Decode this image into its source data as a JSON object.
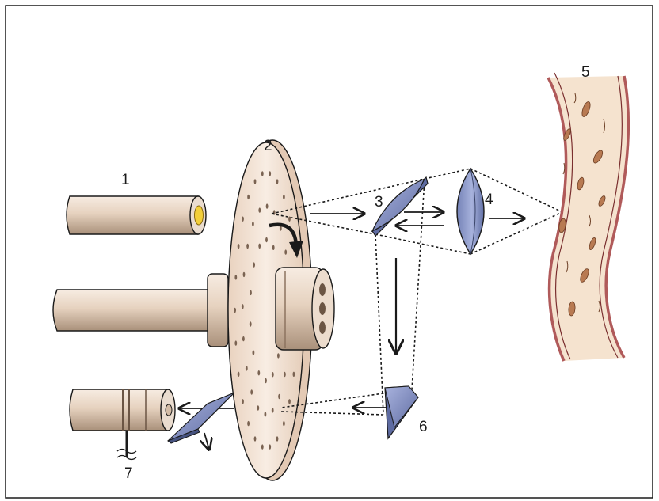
{
  "labels": {
    "n1": "1",
    "n2": "2",
    "n3": "3",
    "n4": "4",
    "n5": "5",
    "n6": "6",
    "n7": "7"
  },
  "colors": {
    "tube": "#e9d7c6",
    "tube_shade": "#b79b84",
    "disk": "#f4e6da",
    "disk_edge": "#d9c0ab",
    "mirror": "#8593c4",
    "mirror_edge": "#3a4468",
    "tissue": "#f5e3cf",
    "tissue_edge": "#b05a5a",
    "cell": "#b87a52",
    "light_source": "#f3cf3a",
    "outline": "#1a1a1a"
  }
}
